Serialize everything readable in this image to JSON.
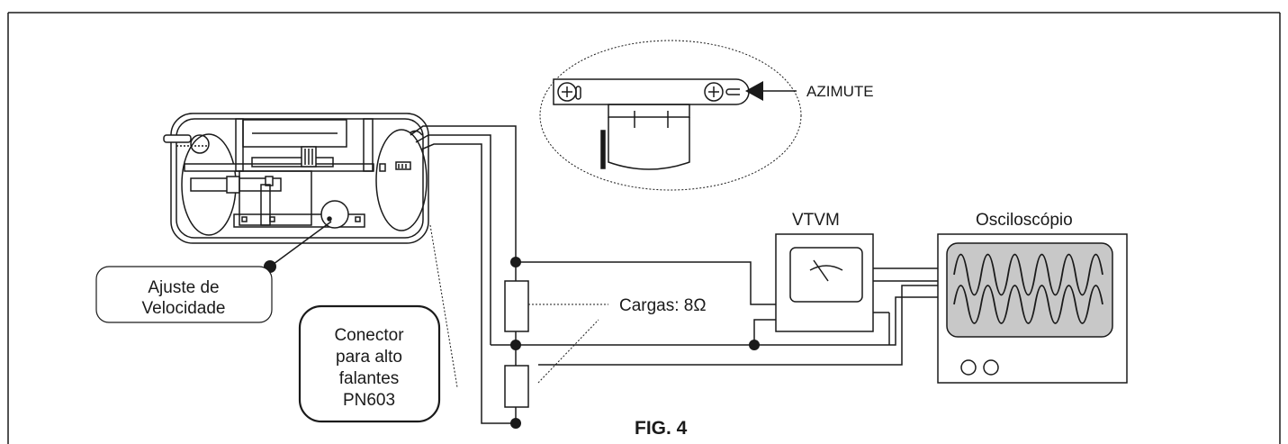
{
  "labels": {
    "azimute": "AZIMUTE",
    "vtvm": "VTVM",
    "osciloscopio": "Osciloscópio",
    "cargas": "Cargas: 8Ω",
    "ajuste_line1": "Ajuste de",
    "ajuste_line2": "Velocidade",
    "conector_line1": "Conector",
    "conector_line2": "para alto",
    "conector_line3": "falantes",
    "conector_line4": "PN603",
    "figure_caption": "FIG. 4"
  },
  "colors": {
    "line": "#1a1a1a",
    "oscilloscope_screen": "#c8c8c8"
  }
}
